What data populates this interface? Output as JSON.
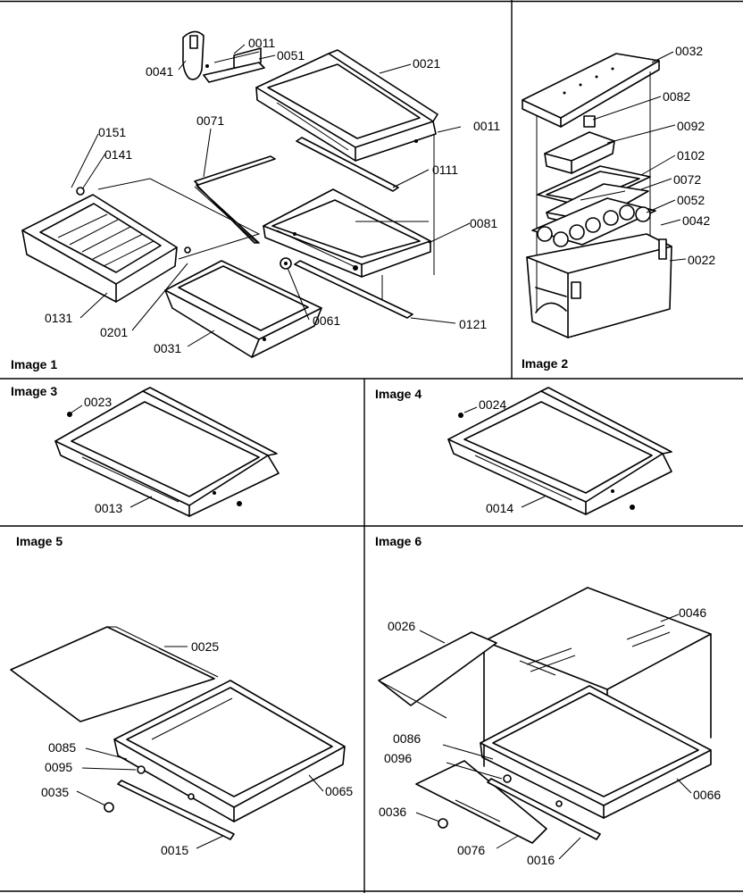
{
  "panels": {
    "p1": {
      "title": "Image 1"
    },
    "p2": {
      "title": "Image 2"
    },
    "p3": {
      "title": "Image 3"
    },
    "p4": {
      "title": "Image 4"
    },
    "p5": {
      "title": "Image 5"
    },
    "p6": {
      "title": "Image 6"
    }
  },
  "labels": {
    "p1": [
      "0011",
      "0041",
      "0051",
      "0021",
      "0071",
      "0011",
      "0151",
      "0141",
      "0111",
      "0081",
      "0131",
      "0201",
      "0031",
      "0061",
      "0121"
    ],
    "p2": [
      "0032",
      "0082",
      "0092",
      "0102",
      "0072",
      "0052",
      "0042",
      "0022"
    ],
    "p3": [
      "0023",
      "0013"
    ],
    "p4": [
      "0024",
      "0014"
    ],
    "p5": [
      "0025",
      "0085",
      "0095",
      "0035",
      "0065",
      "0015"
    ],
    "p6": [
      "0026",
      "0046",
      "0086",
      "0096",
      "0036",
      "0066",
      "0076",
      "0016"
    ]
  }
}
